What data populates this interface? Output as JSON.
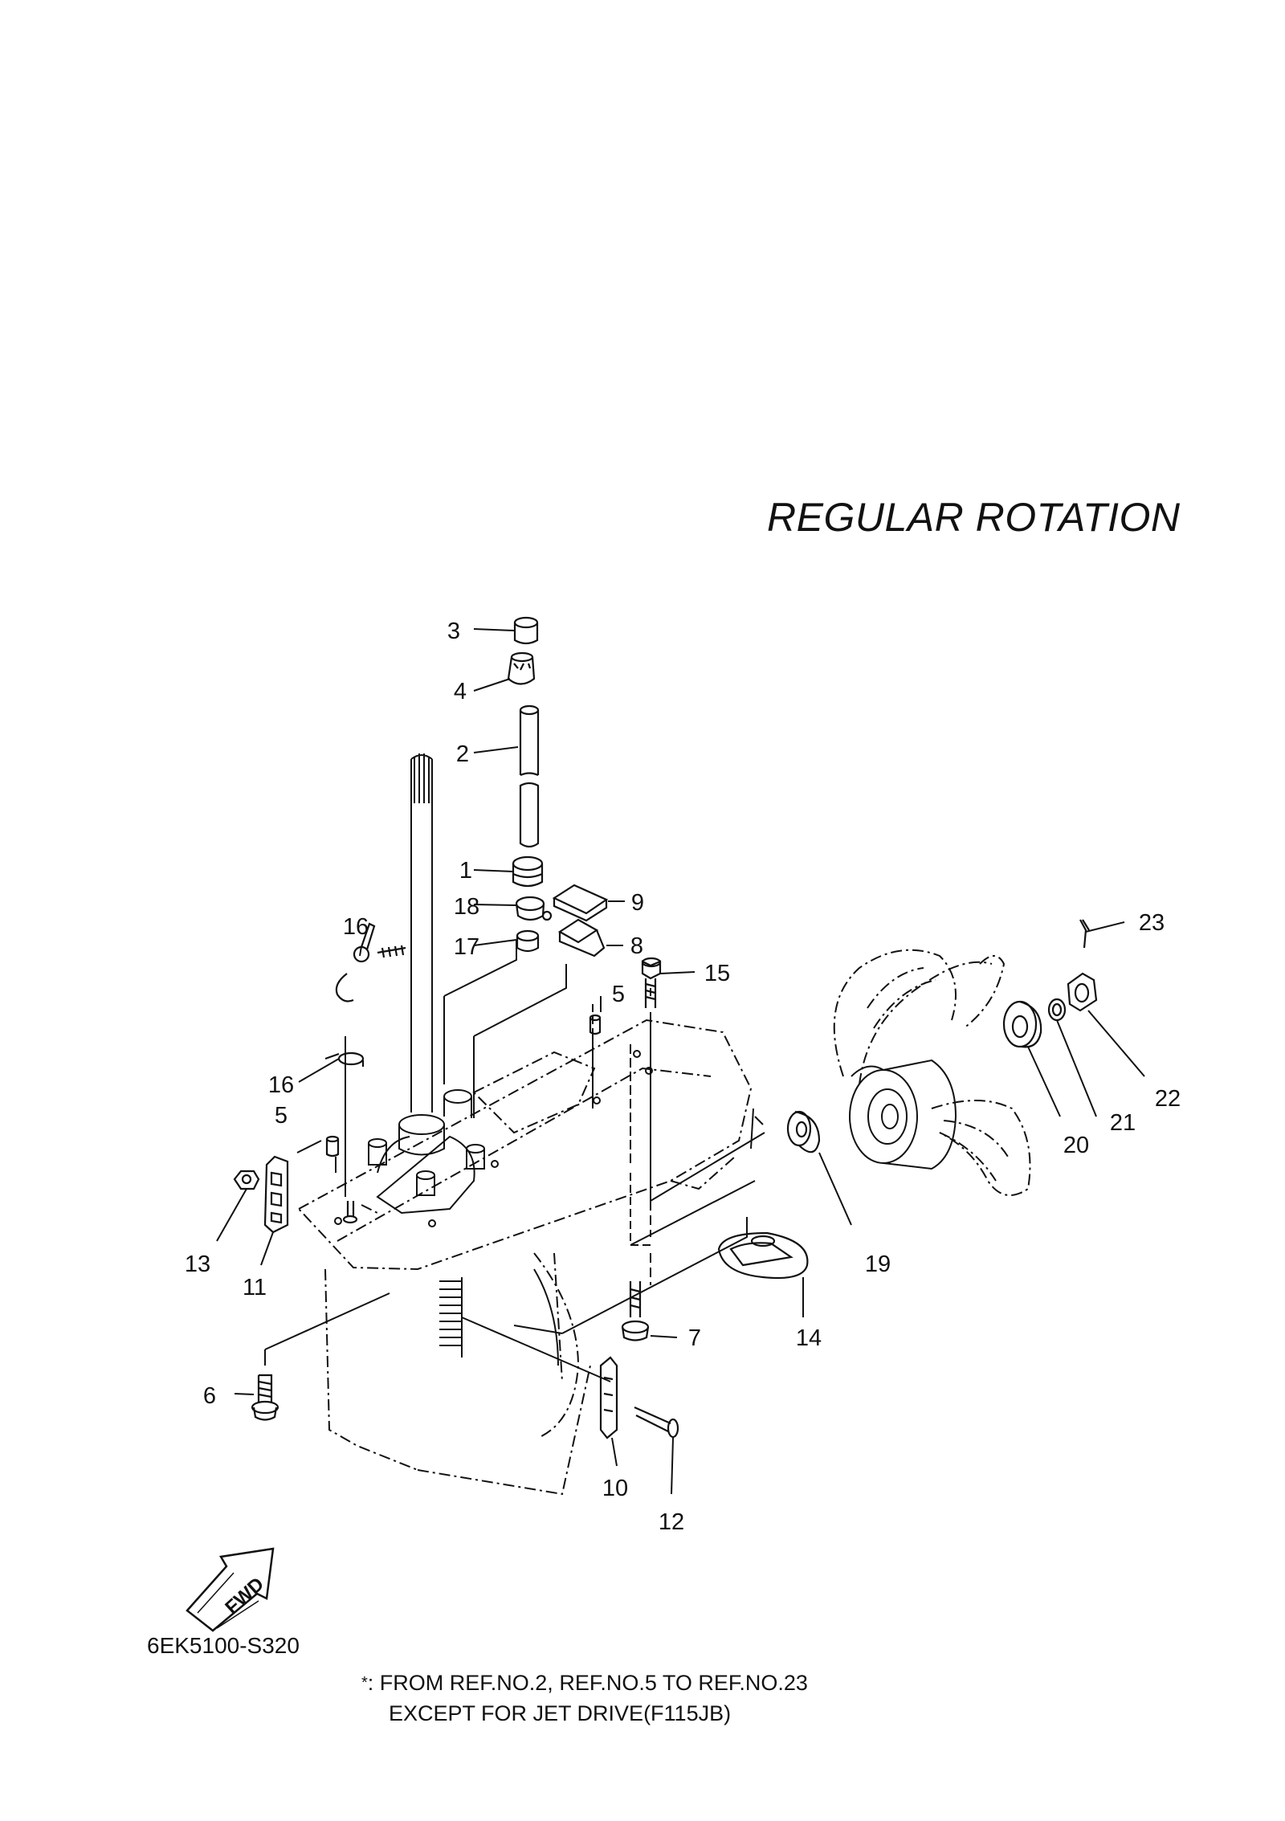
{
  "title": "REGULAR ROTATION",
  "callouts": [
    {
      "id": "1",
      "text": "1"
    },
    {
      "id": "2",
      "text": "2"
    },
    {
      "id": "3",
      "text": "3"
    },
    {
      "id": "4",
      "text": "4"
    },
    {
      "id": "5a",
      "text": "5"
    },
    {
      "id": "5b",
      "text": "5"
    },
    {
      "id": "6",
      "text": "6"
    },
    {
      "id": "7",
      "text": "7"
    },
    {
      "id": "8",
      "text": "8"
    },
    {
      "id": "9",
      "text": "9"
    },
    {
      "id": "10",
      "text": "10"
    },
    {
      "id": "11",
      "text": "11"
    },
    {
      "id": "12",
      "text": "12"
    },
    {
      "id": "13",
      "text": "13"
    },
    {
      "id": "14",
      "text": "14"
    },
    {
      "id": "15",
      "text": "15"
    },
    {
      "id": "16a",
      "text": "16"
    },
    {
      "id": "16b",
      "text": "16"
    },
    {
      "id": "17",
      "text": "17"
    },
    {
      "id": "18",
      "text": "18"
    },
    {
      "id": "19",
      "text": "19"
    },
    {
      "id": "20",
      "text": "20"
    },
    {
      "id": "21",
      "text": "21"
    },
    {
      "id": "22",
      "text": "22"
    },
    {
      "id": "23",
      "text": "23"
    }
  ],
  "fwd_label": "FWD",
  "diagram_code": "6EK5100-S320",
  "note": {
    "marker": "*",
    "line1": ": FROM REF.NO.2, REF.NO.5 TO REF.NO.23",
    "line2": "EXCEPT FOR JET DRIVE(F115JB)"
  }
}
